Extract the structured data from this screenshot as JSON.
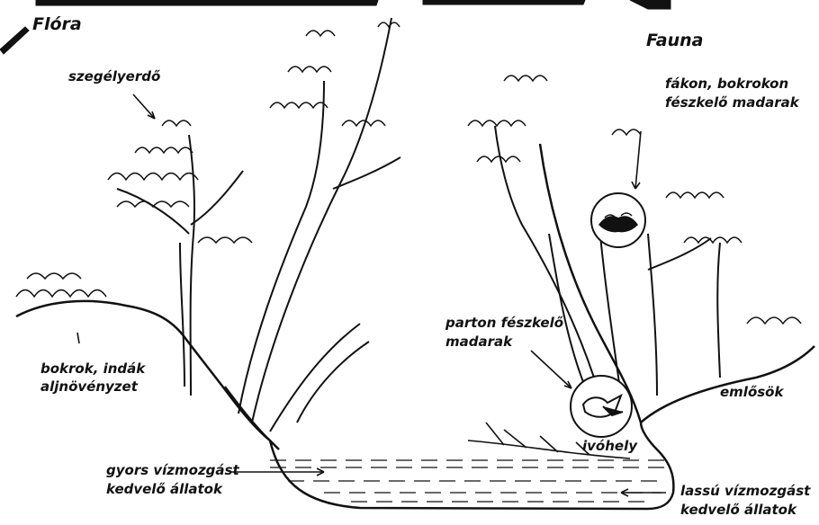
{
  "headings": {
    "flora": "Flóra",
    "fauna": "Fauna"
  },
  "labels": {
    "szegelyerdo": "szegélyerdő",
    "bokrok_line1": "bokrok, indák",
    "bokrok_line2": "aljnövényzet",
    "gyors_line1": "gyors vízmozgást",
    "gyors_line2": "kedvelő állatok",
    "fakon_line1": "fákon, bokrokon",
    "fakon_line2": "fészkelő madarak",
    "parton_line1": "parton fészkelő",
    "parton_line2": "madarak",
    "emlosok": "emlősök",
    "ivohely": "ivóhely",
    "lassu_line1": "lassú vízmozgást",
    "lassu_line2": "kedvelő állatok"
  },
  "colors": {
    "ink": "#111111",
    "paper": "#ffffff"
  }
}
